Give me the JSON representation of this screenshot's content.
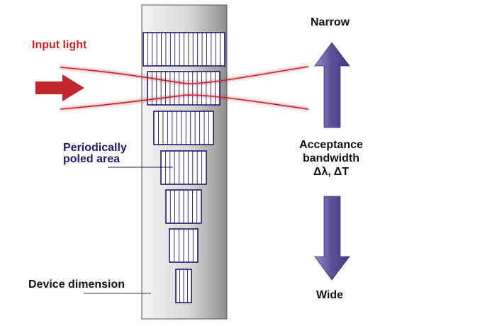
{
  "labels": {
    "input_light": "Input light",
    "periodically_poled_line1": "Periodically",
    "periodically_poled_line2": "poled area",
    "device_dimension": "Device dimension",
    "narrow": "Narrow",
    "wide": "Wide",
    "acceptance_line1": "Acceptance",
    "acceptance_line2": "bandwidth",
    "acceptance_line3": "Δλ, ΔT"
  },
  "colors": {
    "light_beam": "#c0272d",
    "grating_outline": "#1f1a6b",
    "arrow_fill": "#5a5298",
    "label_navy": "#1f1a6b"
  },
  "icons": {
    "input_arrow": "right-arrow-icon",
    "bandwidth_up": "up-arrow-icon",
    "bandwidth_down": "down-arrow-icon"
  }
}
